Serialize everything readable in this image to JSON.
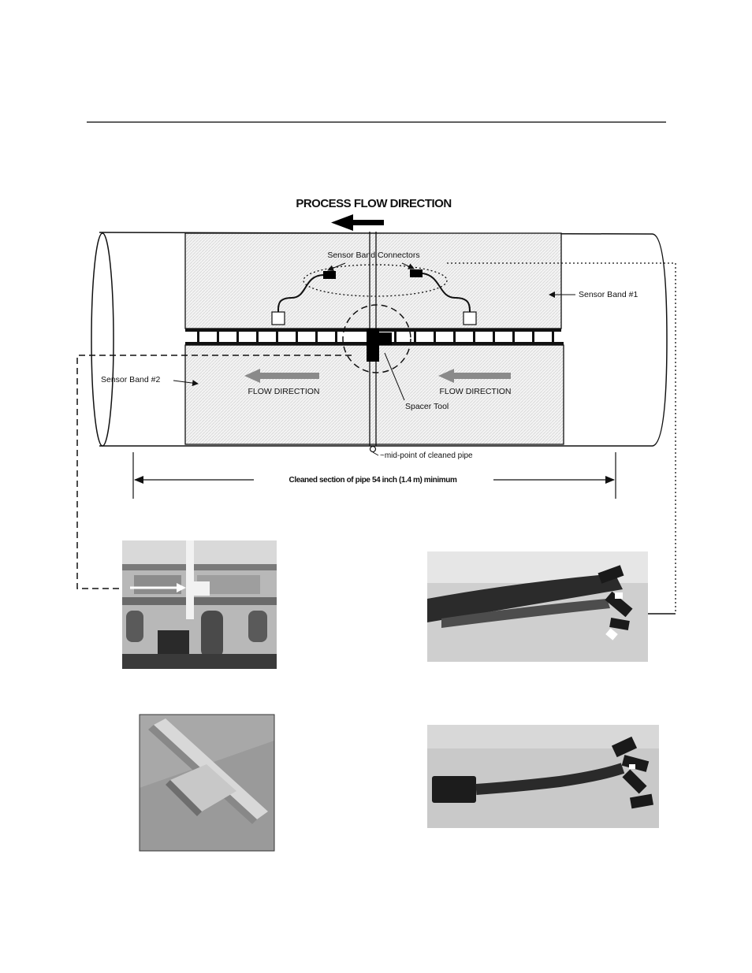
{
  "diagram": {
    "process_flow_title": "PROCESS FLOW DIRECTION",
    "sensor_band_connectors": "Sensor Band Connectors",
    "sensor_band_1": "Sensor Band #1",
    "sensor_band_2": "Sensor Band #2",
    "flow_direction_left": "FLOW DIRECTION",
    "flow_direction_right": "FLOW DIRECTION",
    "spacer_tool": "Spacer Tool",
    "mid_point": "~mid-point of cleaned pipe",
    "cleaned_section": "Cleaned section of pipe 54 inch (1.4 m) minimum"
  },
  "photos": [
    {
      "name": "photo-spacer-installed"
    },
    {
      "name": "photo-connectors-closeup"
    },
    {
      "name": "photo-spacer-tool"
    },
    {
      "name": "photo-cable-harness"
    }
  ]
}
